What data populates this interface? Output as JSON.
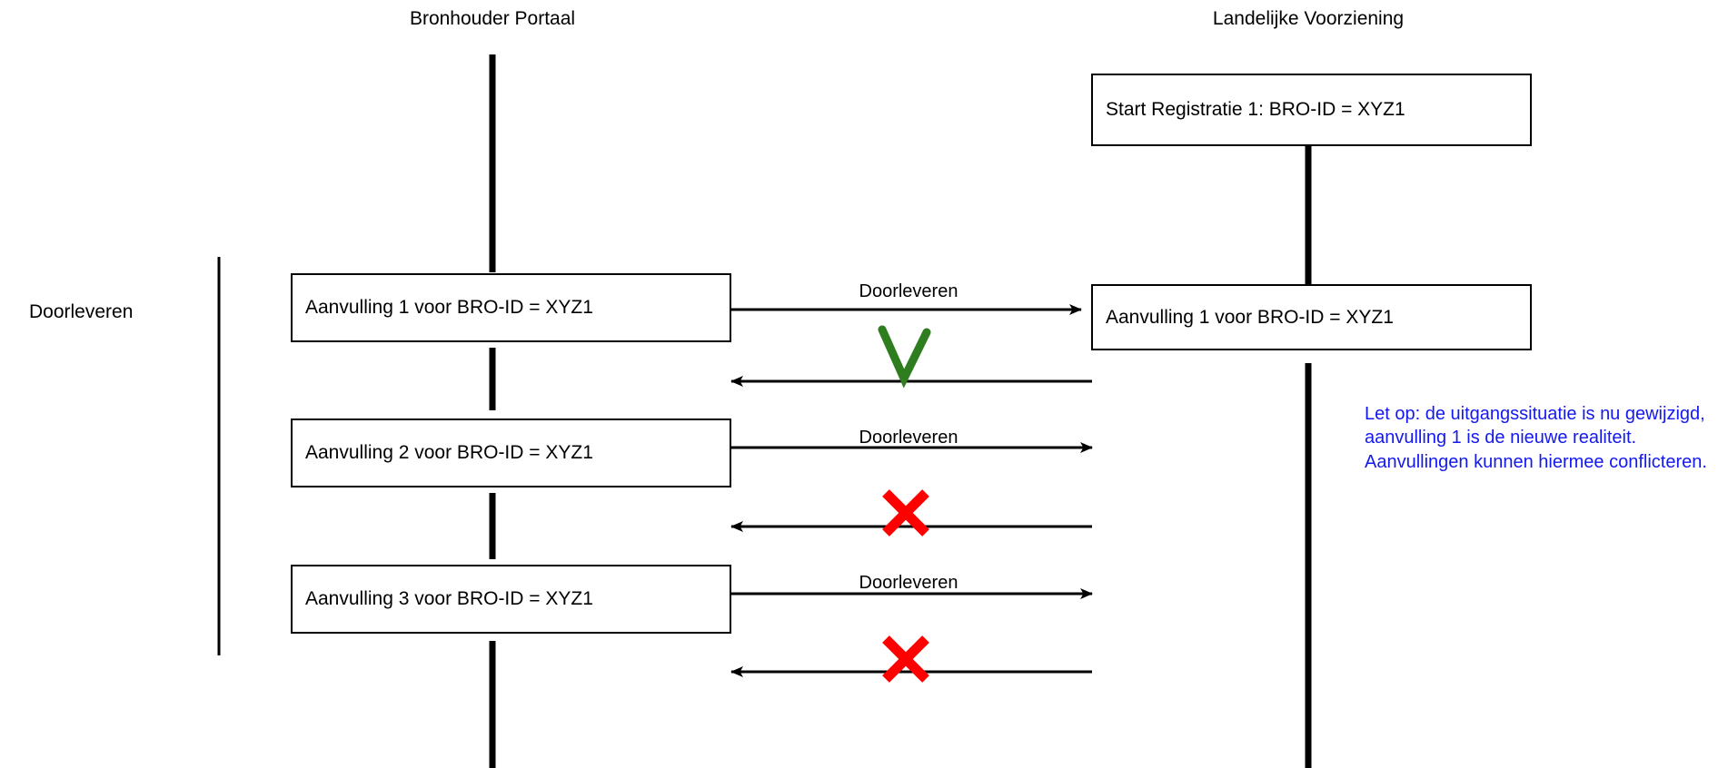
{
  "diagram": {
    "title_left": "Bronhouder Portaal",
    "title_right": "Landelijke Voorziening",
    "phase_label": "Doorleveren",
    "lifelines": [
      {
        "name": "bronhouder-portaal",
        "label": "Bronhouder Portaal"
      },
      {
        "name": "landelijke-voorziening",
        "label": "Landelijke Voorziening"
      }
    ],
    "boxes": {
      "start_registratie": "Start Registratie 1: BRO-ID = XYZ1",
      "lv_aanvulling_1": "Aanvulling 1 voor BRO-ID = XYZ1",
      "bp_aanvulling_1": "Aanvulling 1 voor BRO-ID = XYZ1",
      "bp_aanvulling_2": "Aanvulling 2 voor BRO-ID = XYZ1",
      "bp_aanvulling_3": "Aanvulling 3 voor BRO-ID = XYZ1"
    },
    "messages": [
      {
        "label": "Doorleveren",
        "direction": "right",
        "result": "ok",
        "result_icon": "check-icon"
      },
      {
        "label": "Doorleveren",
        "direction": "right",
        "result": "fail",
        "result_icon": "cross-icon"
      },
      {
        "label": "Doorleveren",
        "direction": "right",
        "result": "fail",
        "result_icon": "cross-icon"
      }
    ],
    "note": "Let op: de uitgangssituatie is nu gewijzigd, aanvulling 1 is de nieuwe realiteit. Aanvullingen kunnen hiermee conflicteren.",
    "colors": {
      "line": "#000000",
      "success": "#2e7d1e",
      "failure": "#ff0000",
      "note": "#1419f0",
      "background": "#ffffff"
    }
  }
}
